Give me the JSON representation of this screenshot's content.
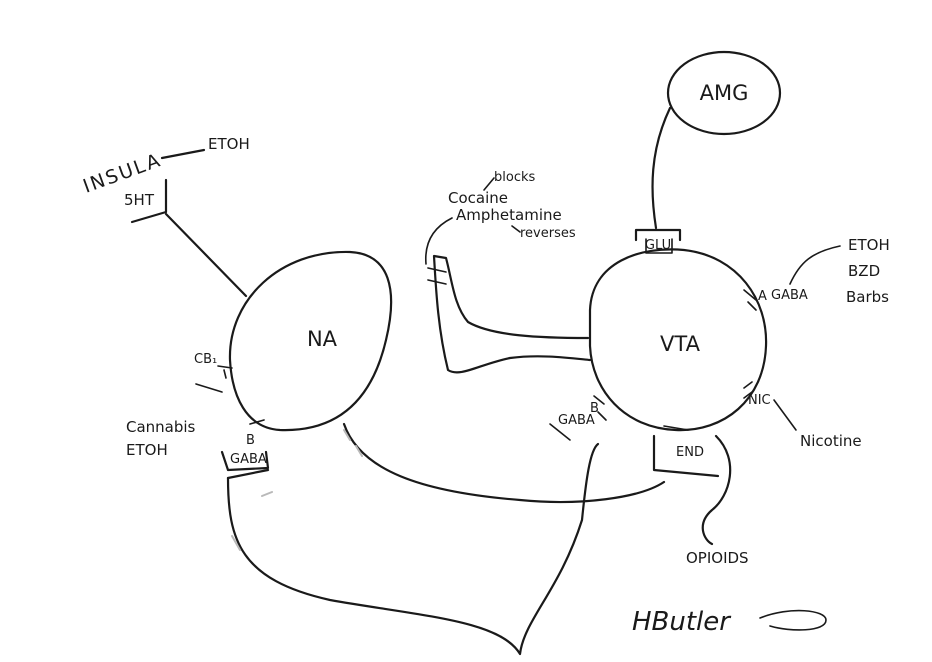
{
  "diagram": {
    "nodes": {
      "na": "NA",
      "vta": "VTA",
      "amg": "AMG"
    },
    "labels": {
      "insula": "INSULA",
      "etoh_insula": "ETOH",
      "five_ht": "5HT",
      "cb1": "CB₁",
      "cannabis": "Cannabis",
      "etoh_cannabis": "ETOH",
      "gaba_na": "GABA",
      "gaba_na_b": "B",
      "blocks": "blocks",
      "cocaine": "Cocaine",
      "amphetamine": "Amphetamine",
      "reverses": "reverses",
      "glu": "GLU",
      "gaba_a": "GABA",
      "gaba_a_letter": "A",
      "etoh_vta": "ETOH",
      "bzd": "BZD",
      "barbs": "Barbs",
      "gaba_vta": "GABA",
      "gaba_vta_b": "B",
      "nic": "NIC",
      "nicotine": "Nicotine",
      "end": "END",
      "opioids": "OPIOIDS",
      "signature": "HButler"
    }
  }
}
